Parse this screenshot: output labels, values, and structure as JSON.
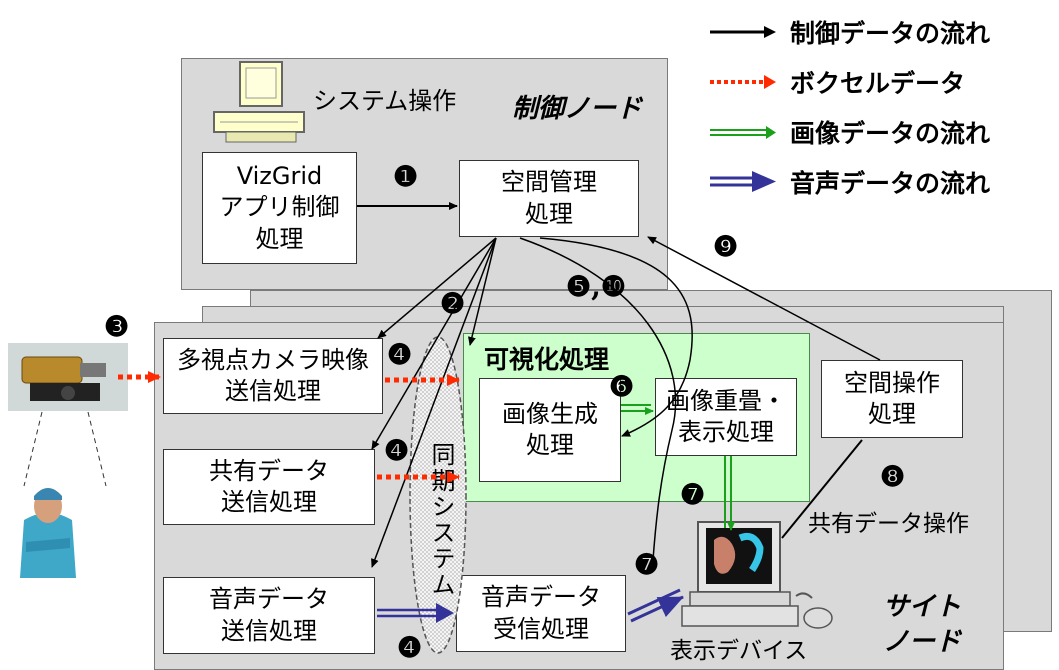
{
  "legend": [
    {
      "label": "制御データの流れ",
      "color": "#000000",
      "style": "solid-black"
    },
    {
      "label": "ボクセルデータ",
      "color": "#ff2a00",
      "style": "dotted-red"
    },
    {
      "label": "画像データの流れ",
      "color": "#1aa01a",
      "style": "double-green"
    },
    {
      "label": "音声データの流れ",
      "color": "#333399",
      "style": "double-blue"
    }
  ],
  "control_node": {
    "title": "制御ノード",
    "system_op": "システム操作",
    "vizgrid_box": "VizGrid\nアプリ制御\n処理",
    "space_mgmt_box": "空間管理\n処理"
  },
  "site_node": {
    "title": "サイト\nノード",
    "camera_box": "多視点カメラ映像\n送信処理",
    "shared_box": "共有データ\n送信処理",
    "audio_send_box": "音声データ\n送信処理",
    "audio_recv_box": "音声データ\n受信処理",
    "viz_title": "可視化処理",
    "img_gen_box": "画像生成\n処理",
    "img_overlay_box": "画像重畳・\n表示処理",
    "space_op_box": "空間操作\n処理",
    "sync_label": "同期システム",
    "display_label": "表示デバイス",
    "shared_op_label": "共有データ操作"
  },
  "markers": {
    "m1": "❶",
    "m2": "❷",
    "m3": "❸",
    "m4a": "❹",
    "m4b": "❹",
    "m4c": "❹",
    "m5_10": "❺,❿",
    "m6": "❻",
    "m7a": "❼",
    "m7b": "❼",
    "m8": "❽",
    "m9": "❾"
  },
  "colors": {
    "panel_gray": "#d9d9d9",
    "viz_green": "#ccffcc",
    "control_arrow": "#000000",
    "voxel_arrow": "#ff2a00",
    "image_arrow": "#1aa01a",
    "audio_arrow": "#333399"
  }
}
